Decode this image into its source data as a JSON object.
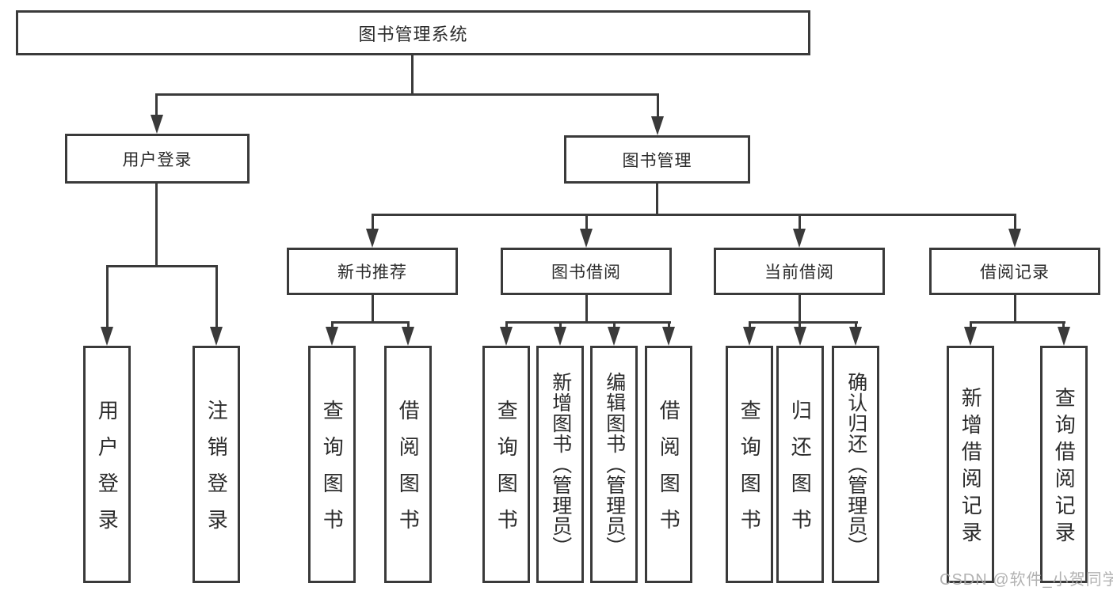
{
  "diagram": {
    "root": {
      "label": "图书管理系统"
    },
    "level2": {
      "user_login": {
        "label": "用户登录"
      },
      "book_management": {
        "label": "图书管理"
      }
    },
    "level3": {
      "new_book_recommend": {
        "label": "新书推荐"
      },
      "book_borrow": {
        "label": "图书借阅"
      },
      "current_borrow": {
        "label": "当前借阅"
      },
      "borrow_records": {
        "label": "借阅记录"
      }
    },
    "leaves": {
      "user_login_action": "用户登录",
      "logout_action": "注销登录",
      "recommend_query_books": "查询图书",
      "recommend_borrow_books": "借阅图书",
      "borrow_query_books": "查询图书",
      "borrow_add_books_admin": "新增图书（管理员）",
      "borrow_edit_books_admin": "编辑图书（管理员）",
      "borrow_borrow_books": "借阅图书",
      "current_query_books": "查询图书",
      "current_return_books": "归还图书",
      "current_confirm_return_admin": "确认归还（管理员）",
      "records_add_record": "新增借阅记录",
      "records_query_record": "查询借阅记录"
    }
  },
  "watermark": {
    "text": "CSDN @软件_小贺同学"
  },
  "colors": {
    "line": "#3a3a3a",
    "text": "#2b2b2b",
    "background": "#ffffff",
    "watermark": "#aaaaaa"
  }
}
